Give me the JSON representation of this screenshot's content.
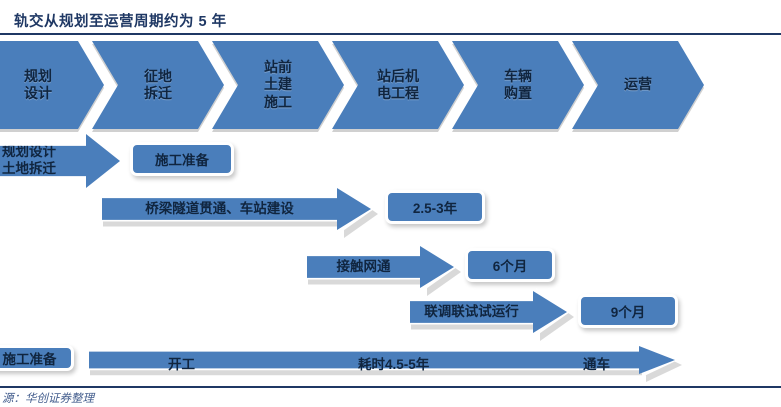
{
  "title": "轨交从规划至运营周期约为 5 年",
  "footer": "源：华创证券整理",
  "colors": {
    "accent": "#4A7EBB",
    "title": "#1F3864",
    "text_dark": "#10253F",
    "outline": "#FFFFFF"
  },
  "phases": [
    {
      "label": "规划\n设计"
    },
    {
      "label": "征地\n拆迁"
    },
    {
      "label": "站前\n土建\n施工"
    },
    {
      "label": "站后机\n电工程"
    },
    {
      "label": "车辆\n购置"
    },
    {
      "label": "运营"
    }
  ],
  "tasks": [
    {
      "label": "规划设计\n土地拆迁"
    },
    {
      "label": "施工准备"
    },
    {
      "label": "桥梁隧道贯通、车站建设"
    },
    {
      "label": "接触网通"
    },
    {
      "label": "联调联试试运行"
    }
  ],
  "durations": [
    {
      "label": "2.5-3年"
    },
    {
      "label": "6个月"
    },
    {
      "label": "9个月"
    }
  ],
  "timeline": {
    "start_label": "施工准备",
    "milestones": [
      {
        "label": "开工"
      },
      {
        "label": "耗时4.5-5年"
      },
      {
        "label": "通车"
      }
    ]
  }
}
